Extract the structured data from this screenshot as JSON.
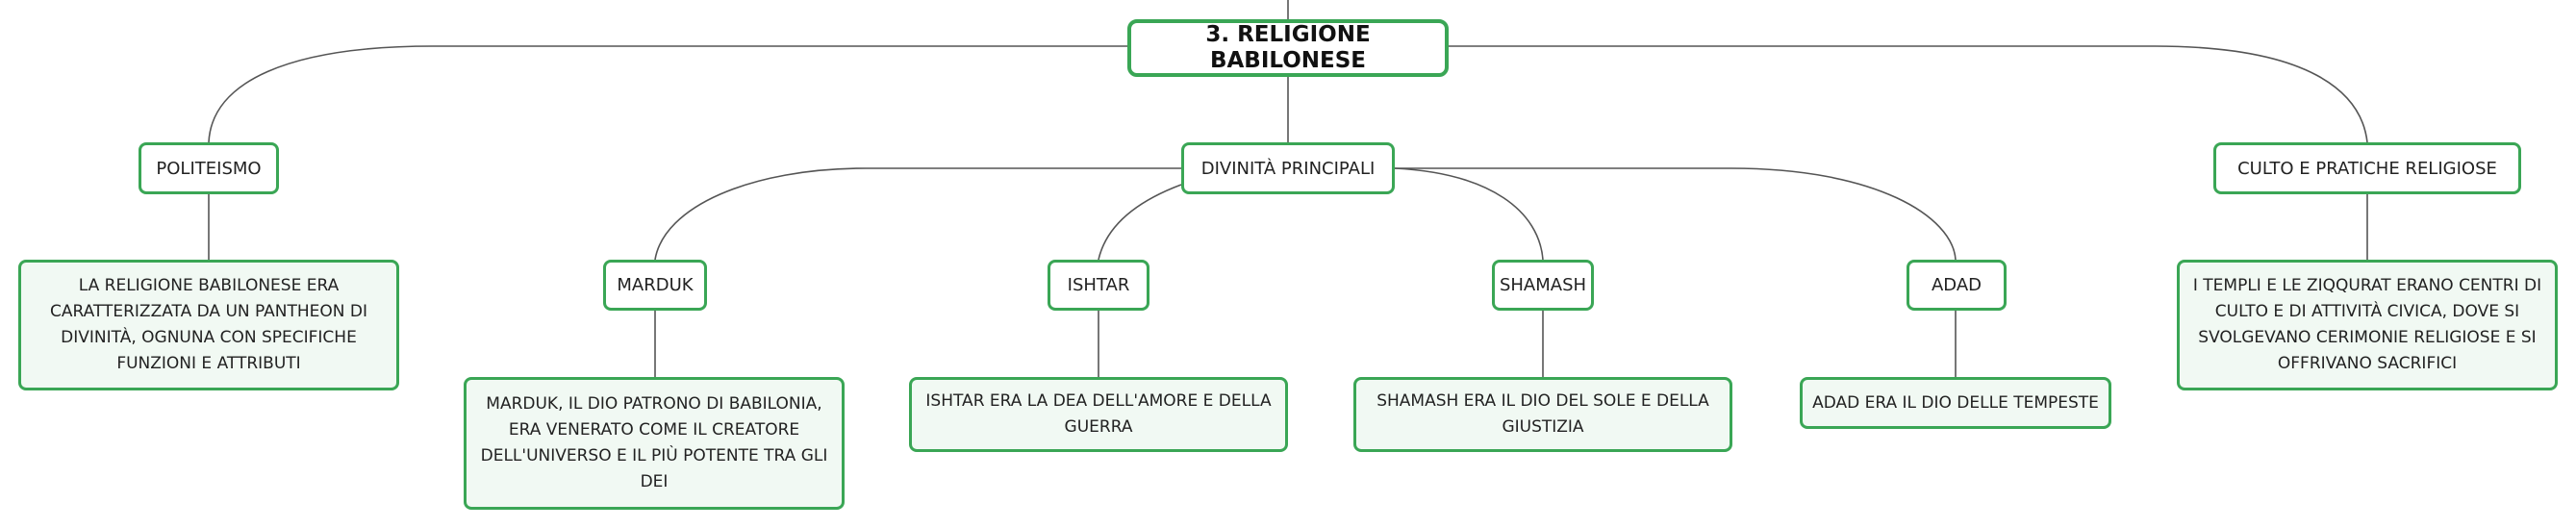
{
  "diagram": {
    "colors": {
      "border": "#3aa655",
      "leaf_fill": "#f1f9f3",
      "line": "#555555"
    },
    "root": {
      "label": "3. RELIGIONE BABILONESE"
    },
    "branches": {
      "politeismo": {
        "label": "POLITEISMO",
        "detail": "LA RELIGIONE BABILONESE ERA CARATTERIZZATA DA UN PANTHEON DI DIVINITÀ, OGNUNA CON SPECIFICHE FUNZIONI E ATTRIBUTI"
      },
      "divinita": {
        "label": "DIVINITÀ PRINCIPALI",
        "children": {
          "marduk": {
            "label": "MARDUK",
            "detail": "MARDUK, IL DIO PATRONO DI BABILONIA, ERA VENERATO COME IL CREATORE DELL'UNIVERSO E IL PIÙ POTENTE TRA GLI DEI"
          },
          "ishtar": {
            "label": "ISHTAR",
            "detail": "ISHTAR ERA LA DEA DELL'AMORE E DELLA GUERRA"
          },
          "shamash": {
            "label": "SHAMASH",
            "detail": "SHAMASH ERA IL DIO DEL SOLE E DELLA GIUSTIZIA"
          },
          "adad": {
            "label": "ADAD",
            "detail": "ADAD ERA IL DIO DELLE TEMPESTE"
          }
        }
      },
      "culto": {
        "label": "CULTO E PRATICHE RELIGIOSE",
        "detail": "I TEMPLI E LE ZIQQURAT ERANO CENTRI DI CULTO E DI ATTIVITÀ CIVICA, DOVE SI SVOLGEVANO CERIMONIE RELIGIOSE E SI OFFRIVANO SACRIFICI"
      }
    }
  }
}
